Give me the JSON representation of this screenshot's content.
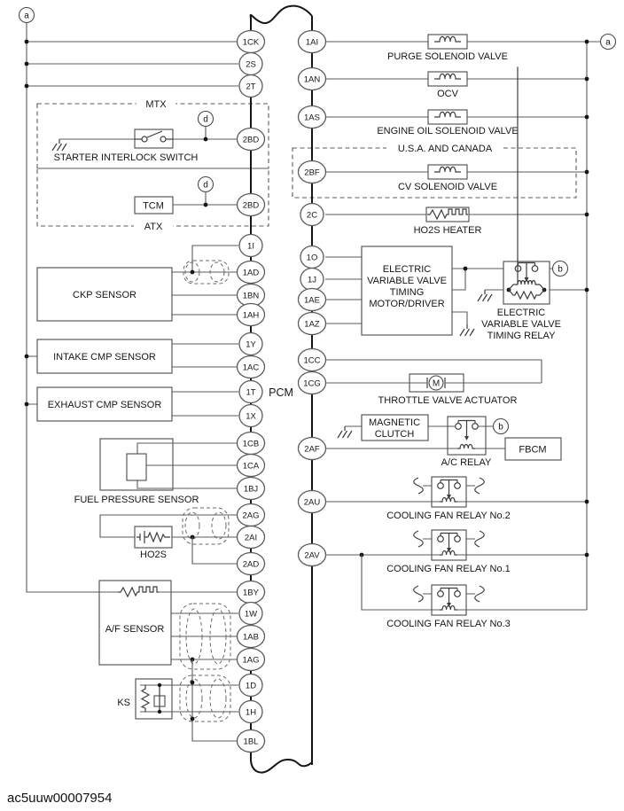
{
  "diagram": {
    "footer_code": "ac5uuw00007954",
    "pcm_label": "PCM",
    "refs": {
      "a": "a",
      "b": "b",
      "d": "d"
    },
    "pins": {
      "left": [
        "1CK",
        "2S",
        "2T",
        "2BD",
        "2BD",
        "1I",
        "1AD",
        "1BN",
        "1AH",
        "1Y",
        "1AC",
        "1T",
        "1X",
        "1CB",
        "1CA",
        "1BJ",
        "2AG",
        "2AI",
        "2AD",
        "1BY",
        "1W",
        "1AB",
        "1AG",
        "1D",
        "1H",
        "1BL"
      ],
      "right": [
        "1AI",
        "1AN",
        "1AS",
        "2BF",
        "2C",
        "1O",
        "1J",
        "1AE",
        "1AZ",
        "1CC",
        "1CG",
        "2AF",
        "2AU",
        "2AV"
      ]
    },
    "left": {
      "mtx": "MTX",
      "atx": "ATX",
      "starter_interlock": "STARTER INTERLOCK SWITCH",
      "tcm": "TCM",
      "ckp": "CKP SENSOR",
      "intake_cmp": "INTAKE CMP SENSOR",
      "exhaust_cmp": "EXHAUST CMP SENSOR",
      "fuel_pressure": "FUEL PRESSURE SENSOR",
      "ho2s": "HO2S",
      "af_sensor": "A/F SENSOR",
      "ks": "KS"
    },
    "right": {
      "purge": "PURGE SOLENOID VALVE",
      "ocv": "OCV",
      "engine_oil": "ENGINE OIL SOLENOID VALVE",
      "usa_canada": "U.S.A. AND CANADA",
      "cv": "CV SOLENOID VALVE",
      "ho2s_heater": "HO2S HEATER",
      "evvt_motor": [
        "ELECTRIC",
        "VARIABLE VALVE",
        "TIMING",
        "MOTOR/DRIVER"
      ],
      "evvt_relay": [
        "ELECTRIC",
        "VARIABLE VALVE",
        "TIMING RELAY"
      ],
      "throttle": "THROTTLE VALVE ACTUATOR",
      "motor_letter": "M",
      "magnetic_clutch": [
        "MAGNETIC",
        "CLUTCH"
      ],
      "ac_relay": "A/C RELAY",
      "fbcm": "FBCM",
      "fan2": "COOLING FAN RELAY No.2",
      "fan1": "COOLING FAN RELAY No.1",
      "fan3": "COOLING FAN RELAY No.3"
    }
  }
}
